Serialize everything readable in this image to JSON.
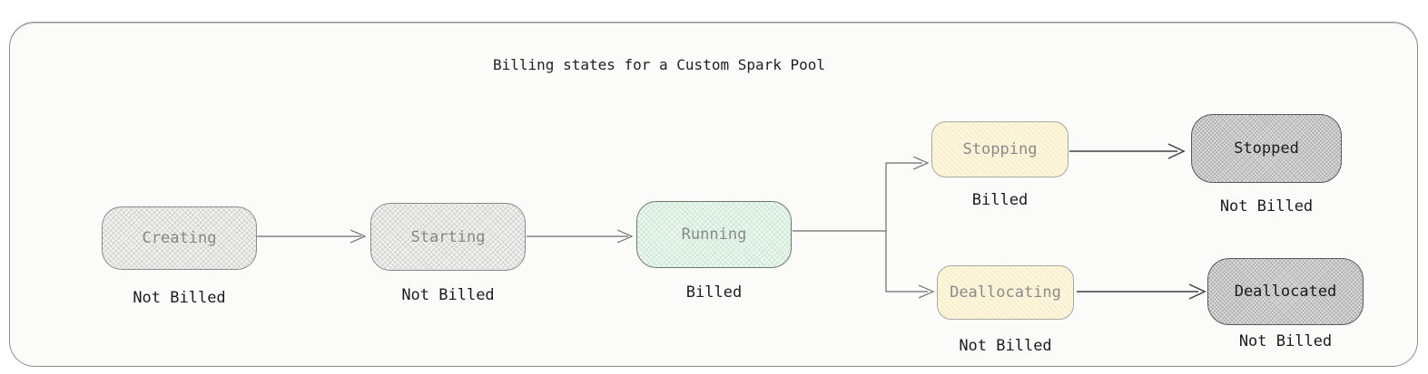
{
  "diagram": {
    "title": "Billing states for a Custom Spark Pool",
    "nodes": [
      {
        "id": "creating",
        "label": "Creating",
        "billing": "Not Billed",
        "variant": "gray"
      },
      {
        "id": "starting",
        "label": "Starting",
        "billing": "Not Billed",
        "variant": "gray"
      },
      {
        "id": "running",
        "label": "Running",
        "billing": "Billed",
        "variant": "green"
      },
      {
        "id": "stopping",
        "label": "Stopping",
        "billing": "Billed",
        "variant": "yellow"
      },
      {
        "id": "stopped",
        "label": "Stopped",
        "billing": "Not Billed",
        "variant": "darkgray"
      },
      {
        "id": "deallocating",
        "label": "Deallocating",
        "billing": "Not Billed",
        "variant": "yellow"
      },
      {
        "id": "deallocated",
        "label": "Deallocated",
        "billing": "Not Billed",
        "variant": "darkgray"
      }
    ],
    "edges": [
      {
        "from": "creating",
        "to": "starting"
      },
      {
        "from": "starting",
        "to": "running"
      },
      {
        "from": "running",
        "to": "stopping"
      },
      {
        "from": "running",
        "to": "deallocating"
      },
      {
        "from": "stopping",
        "to": "stopped"
      },
      {
        "from": "deallocating",
        "to": "deallocated"
      }
    ],
    "colors": {
      "frame_border": "#8d8d8d",
      "canvas_bg": "#fbfbfa",
      "gray_fill": "#f0f0ef",
      "green_fill": "#ebf7ee",
      "yellow_fill": "#fdf6dd",
      "darkgray_fill": "#dddddd",
      "muted_text": "#8a8a8a",
      "dark_text": "#1c1c1c",
      "edge_gray": "#6e6e6e",
      "edge_dark": "#3f3f3f"
    }
  }
}
